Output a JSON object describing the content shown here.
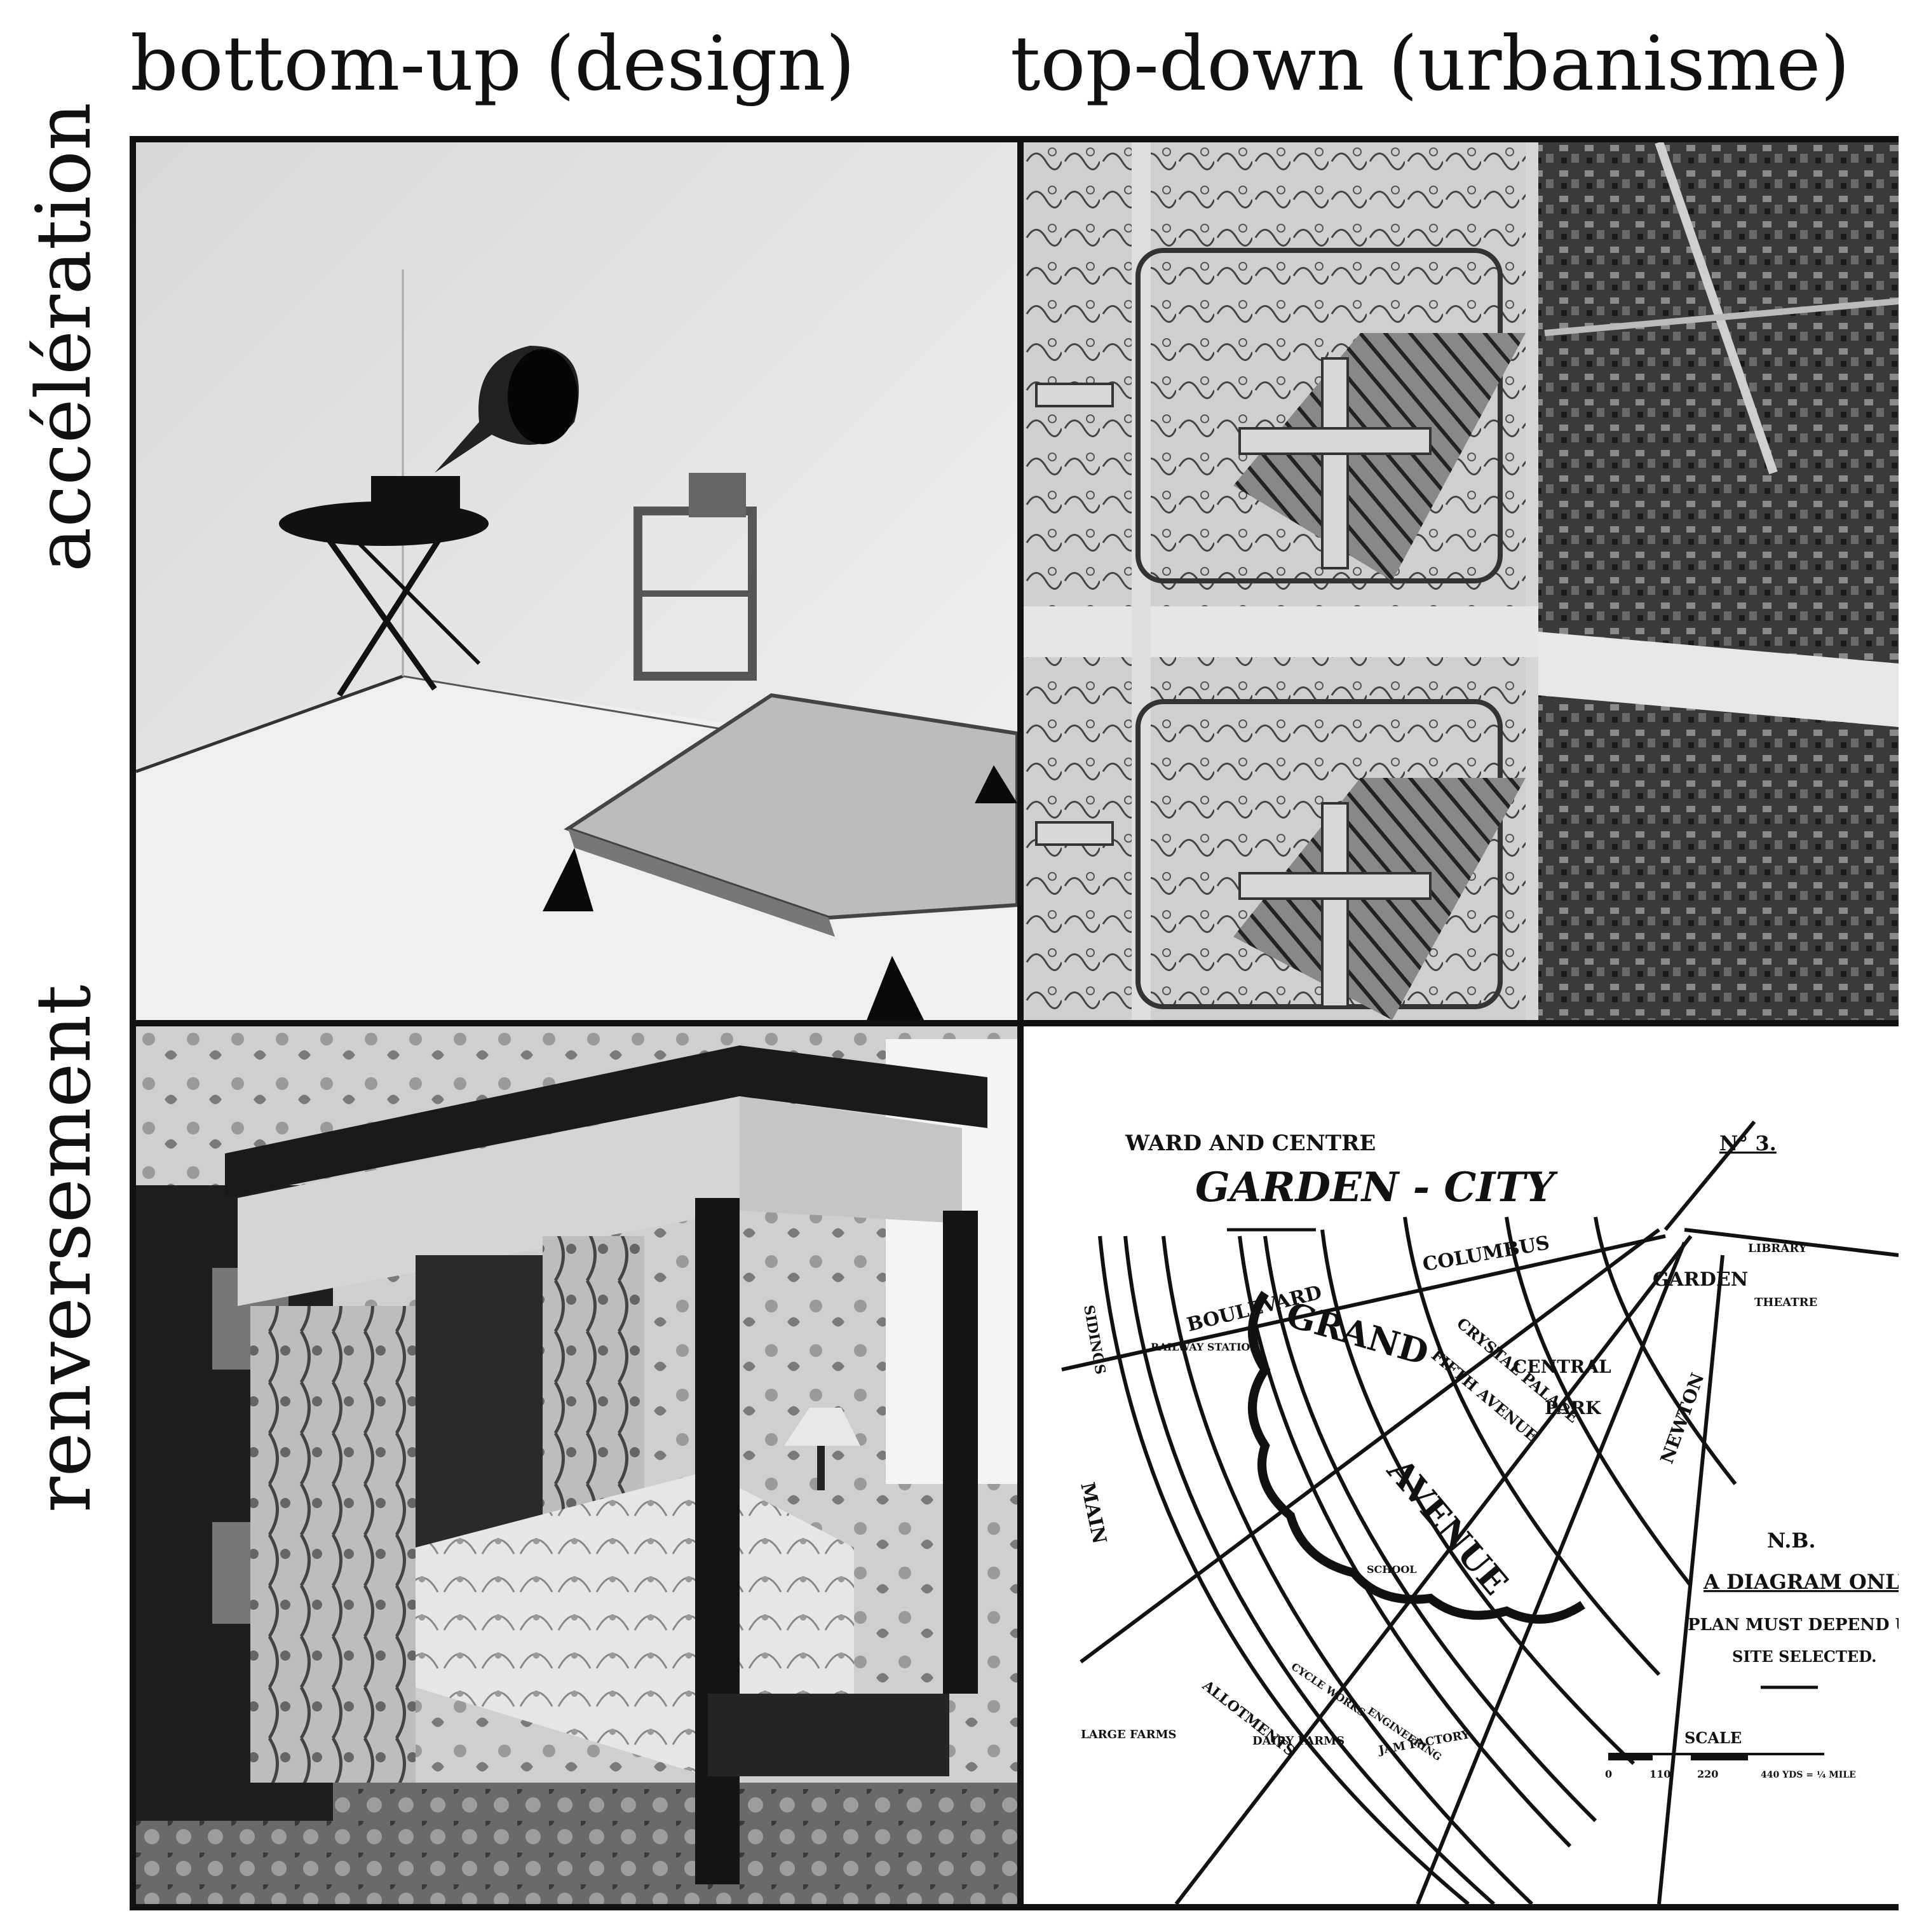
{
  "columns": {
    "left": "bottom-up (design)",
    "right": "top-down (urbanisme)"
  },
  "rows": {
    "top": "accélération",
    "bottom": "renversement"
  },
  "cells": {
    "top_left": {
      "description_icon": "gramophone-room-photo-icon"
    },
    "top_right": {
      "description_icon": "aerial-city-collage-icon"
    },
    "bottom_left": {
      "description_icon": "four-poster-bed-photo-icon"
    },
    "bottom_right": {
      "description_icon": "garden-city-diagram-icon",
      "title_small": "WARD AND CENTRE",
      "title": "GARDEN - CITY",
      "number": "N° 3.",
      "labels": {
        "grand": "GRAND",
        "avenue": "AVENUE",
        "central": "CENTRAL",
        "park": "PARK",
        "boulevard": "BOULEVARD",
        "columbus": "COLUMBUS",
        "crystal_palace": "CRYSTAL PALACE",
        "fifth_avenue": "FIFTH AVENUE",
        "newton": "NEWTON",
        "garden": "GARDEN",
        "library": "LIBRARY",
        "theatre": "THEATRE",
        "sidings": "SIDINGS",
        "main": "MAIN",
        "allotments": "ALLOTMENTS",
        "large_farms": "LARGE FARMS",
        "dairy_farms": "DAIRY FARMS",
        "school": "SCHOOL",
        "railway_station": "RAILWAY STATION",
        "jam_factory": "JAM FACTORY",
        "cycle_works": "CYCLE WORKS",
        "engineering": "ENGINEERING"
      },
      "note_title": "N.B.",
      "note_line1": "A DIAGRAM ONLY.",
      "note_line2": "PLAN MUST DEPEND UPON",
      "note_line3": "SITE SELECTED.",
      "scale_label": "SCALE",
      "scale_ticks": [
        "0",
        "110",
        "220",
        "440 YDS = ¼ MILE"
      ]
    }
  }
}
